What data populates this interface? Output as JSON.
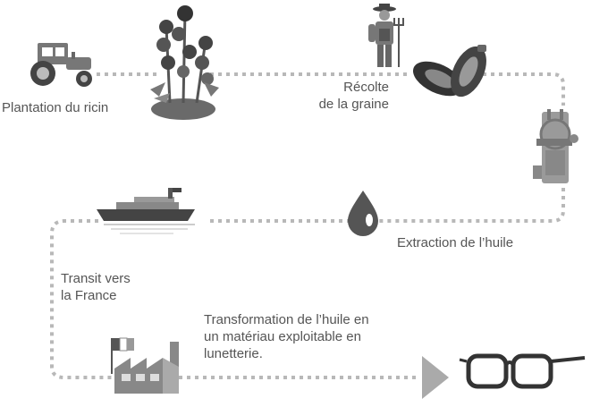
{
  "colors": {
    "text": "#555555",
    "path": "#b8b8b8",
    "icon_dark": "#444444",
    "icon_mid": "#777777",
    "icon_light": "#aaaaaa"
  },
  "steps": [
    {
      "id": "plantation",
      "icon": "tractor-icon",
      "lines": [
        "Plantation du ricin"
      ]
    },
    {
      "id": "recolte",
      "icon": "farmer-icon",
      "lines": [
        "Récolte",
        "de la graine"
      ]
    },
    {
      "id": "extraction",
      "icon": "oil-drop-icon",
      "lines": [
        "Extraction de l’huile"
      ]
    },
    {
      "id": "transit",
      "icon": "ship-icon",
      "lines": [
        "Transit vers",
        "la France"
      ]
    },
    {
      "id": "transformation",
      "icon": "factory-icon",
      "lines": [
        "Transformation de l’huile en",
        "un matériau exploitable en",
        "lunetterie."
      ]
    }
  ],
  "extra_icons": [
    "castor-plant-icon",
    "castor-seeds-icon",
    "oil-press-icon",
    "arrow-icon",
    "glasses-icon"
  ]
}
